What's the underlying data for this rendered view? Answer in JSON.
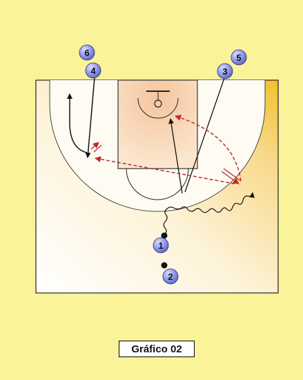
{
  "caption": "Gráfico 02",
  "players": {
    "p1": "1",
    "p2": "2",
    "p3": "3",
    "p4": "4",
    "p5": "5",
    "p6": "6"
  },
  "colors": {
    "background": "#fbf39a",
    "player_fill": "#8f9aea",
    "pass_arrow": "#c0282d",
    "movement_line": "#111111"
  }
}
